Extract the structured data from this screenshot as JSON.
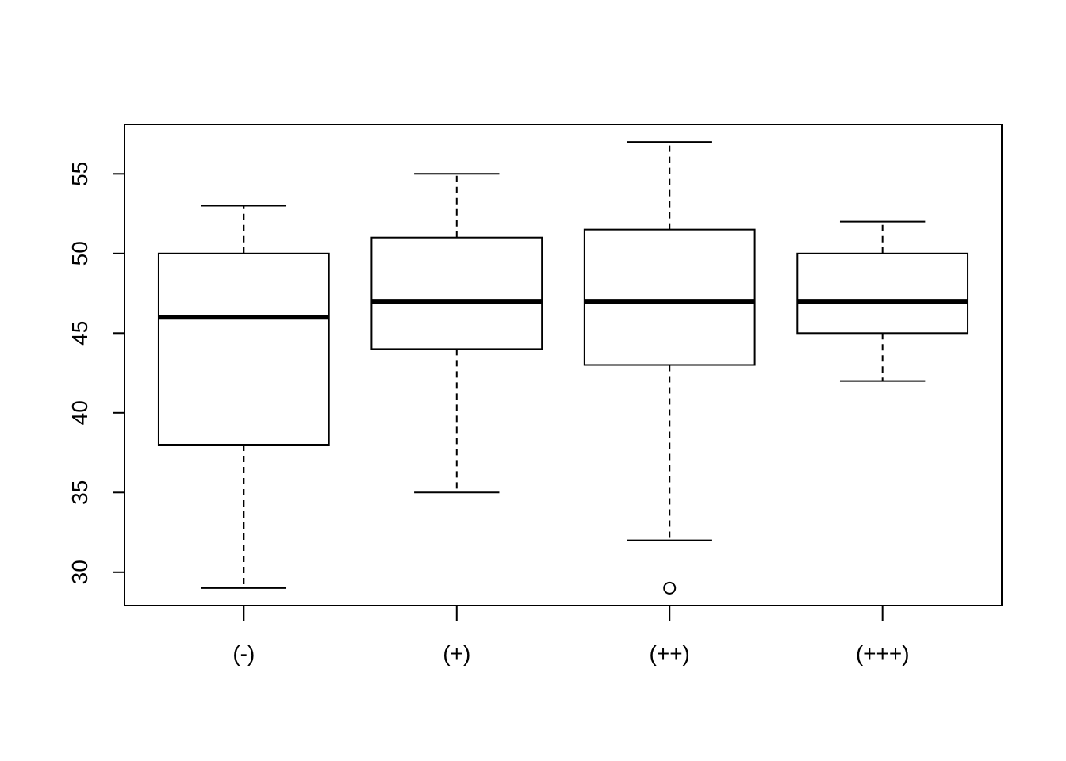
{
  "chart_data": {
    "type": "boxplot",
    "categories": [
      "(-)",
      "(+)",
      "(++)",
      "(+++)"
    ],
    "boxes": [
      {
        "category": "(-)",
        "whisker_low": 29,
        "q1": 38,
        "median": 46,
        "q3": 50,
        "whisker_high": 53,
        "outliers": []
      },
      {
        "category": "(+)",
        "whisker_low": 35,
        "q1": 44,
        "median": 47,
        "q3": 51,
        "whisker_high": 55,
        "outliers": []
      },
      {
        "category": "(++)",
        "whisker_low": 32,
        "q1": 43,
        "median": 47,
        "q3": 51.5,
        "whisker_high": 57,
        "outliers": [
          29
        ]
      },
      {
        "category": "(+++)",
        "whisker_low": 42,
        "q1": 45,
        "median": 47,
        "q3": 50,
        "whisker_high": 52,
        "outliers": []
      }
    ],
    "y_ticks": [
      30,
      35,
      40,
      45,
      50,
      55
    ],
    "ylim": [
      27.9,
      58.1
    ],
    "title": "",
    "xlabel": "",
    "ylabel": "",
    "grid": false,
    "colors": {
      "stroke": "#000000",
      "background": "#ffffff"
    }
  }
}
